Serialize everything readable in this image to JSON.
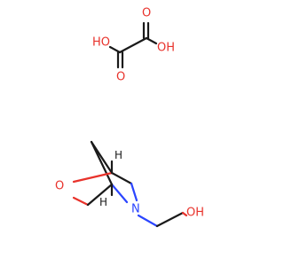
{
  "colors": {
    "carbon": "#1a1a1a",
    "oxygen": "#e8322b",
    "nitrogen": "#2b45ff",
    "background": "#ffffff"
  },
  "oxalic_acid": {
    "oh_left_label": "HO",
    "oh_right_label": "OH",
    "o_left_label": "O",
    "o_right_label": "O"
  },
  "amine": {
    "ring_o_label": "O",
    "n_label": "N",
    "h_top_label": "H",
    "h_bottom_label": "H",
    "oh_label": "OH"
  }
}
